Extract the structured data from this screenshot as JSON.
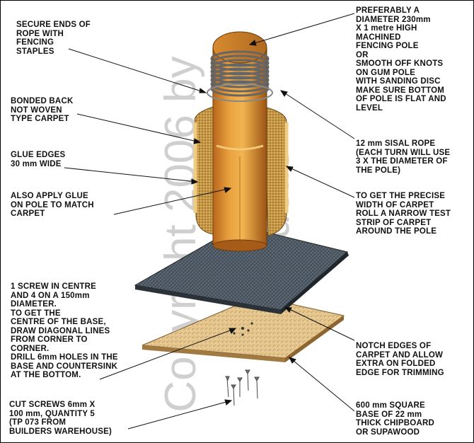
{
  "watermark": {
    "line1": "Copyright 2006 by",
    "line2": "Ragdolls"
  },
  "labels": {
    "staples": "SECURE ENDS OF\nROPE WITH\nFENCING\nSTAPLES",
    "bonded": "BONDED BACK\nNOT WOVEN\nTYPE CARPET",
    "glue_edges": "GLUE EDGES\n30 mm WIDE",
    "glue_pole": "ALSO APPLY GLUE\nON POLE TO MATCH\nCARPET",
    "screw": "1 SCREW IN CENTRE\nAND 4 ON A 150mm\nDIAMETER.\nTO GET THE\nCENTRE OF THE BASE,\nDRAW DIAGONAL LINES\nFROM CORNER TO\nCORNER.\nDRILL 6mm HOLES IN THE\nBASE AND COUNTERSINK\nAT THE BOTTOM.",
    "cut_screws": "CUT SCREWS 6mm X\n100 mm, QUANTITY 5\n(TP 073 FROM\nBUILDERS WAREHOUSE)",
    "pole": "PREFERABLY A\nDIAMETER 230mm\nX 1 metre HIGH\nMACHINED\nFENCING POLE\nOR\nSMOOTH OFF KNOTS\nON GUM POLE\nWITH SANDING DISC\nMAKE SURE BOTTOM\nOF POLE IS FLAT AND\nLEVEL",
    "rope": "12 mm SISAL ROPE\n(EACH TURN WILL USE\n3 X THE DIAMETER OF\nTHE POLE)",
    "width": "TO GET THE PRECISE\nWIDTH OF CARPET\nROLL A NARROW TEST\nSTRIP OF CARPET\nAROUND THE POLE",
    "notch": "NOTCH EDGES OF\nCARPET AND ALLOW\nEXTRA ON FOLDED\nEDGE FOR TRIMMING",
    "base": "600 mm SQUARE\nBASE OF 22 mm\nTHICK CHIPBOARD\nOR SUPAWOOD"
  }
}
